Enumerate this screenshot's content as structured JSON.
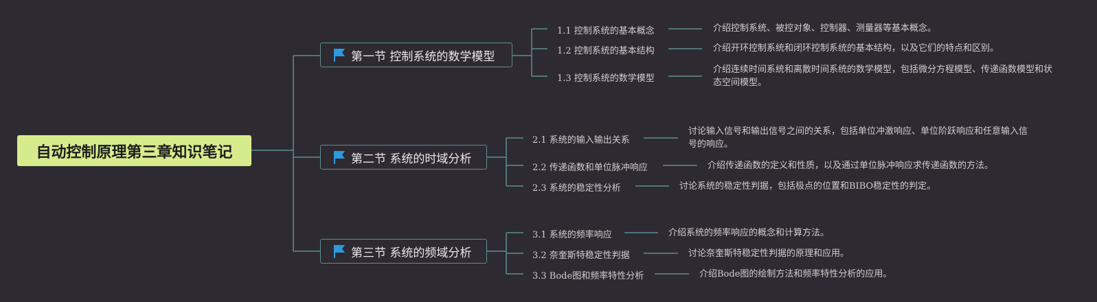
{
  "root": {
    "title": "自动控制原理第三章知识笔记"
  },
  "sections": [
    {
      "title": "第一节 控制系统的数学模型",
      "topics": [
        {
          "label": "1.1 控制系统的基本概念",
          "desc": "介绍控制系统、被控对象、控制器、测量器等基本概念。"
        },
        {
          "label": "1.2 控制系统的基本结构",
          "desc": "介绍开环控制系统和闭环控制系统的基本结构，以及它们的特点和区别。"
        },
        {
          "label": "1.3 控制系统的数学模型",
          "desc": "介绍连续时间系统和离散时间系统的数学模型，包括微分方程模型、传递函数模型和状态空间模型。"
        }
      ]
    },
    {
      "title": "第二节 系统的时域分析",
      "topics": [
        {
          "label": "2.1 系统的输入输出关系",
          "desc": "讨论输入信号和输出信号之间的关系，包括单位冲激响应、单位阶跃响应和任意输入信号的响应。"
        },
        {
          "label": "2.2 传递函数和单位脉冲响应",
          "desc": "介绍传递函数的定义和性质，以及通过单位脉冲响应求传递函数的方法。"
        },
        {
          "label": "2.3 系统的稳定性分析",
          "desc": "讨论系统的稳定性判据，包括极点的位置和BIBO稳定性的判定。"
        }
      ]
    },
    {
      "title": "第三节 系统的频域分析",
      "topics": [
        {
          "label": "3.1 系统的频率响应",
          "desc": "介绍系统的频率响应的概念和计算方法。"
        },
        {
          "label": "3.2 奈奎斯特稳定性判据",
          "desc": "讨论奈奎斯特稳定性判据的原理和应用。"
        },
        {
          "label": "3.3 Bode图和频率特性分析",
          "desc": "介绍Bode图的绘制方法和频率特性分析的应用。"
        }
      ]
    }
  ],
  "colors": {
    "line": "#5c8f90",
    "root_bg": "#d6ec8c",
    "flag": "#2b9be0"
  },
  "icons": {
    "section_marker": "flag-icon"
  }
}
